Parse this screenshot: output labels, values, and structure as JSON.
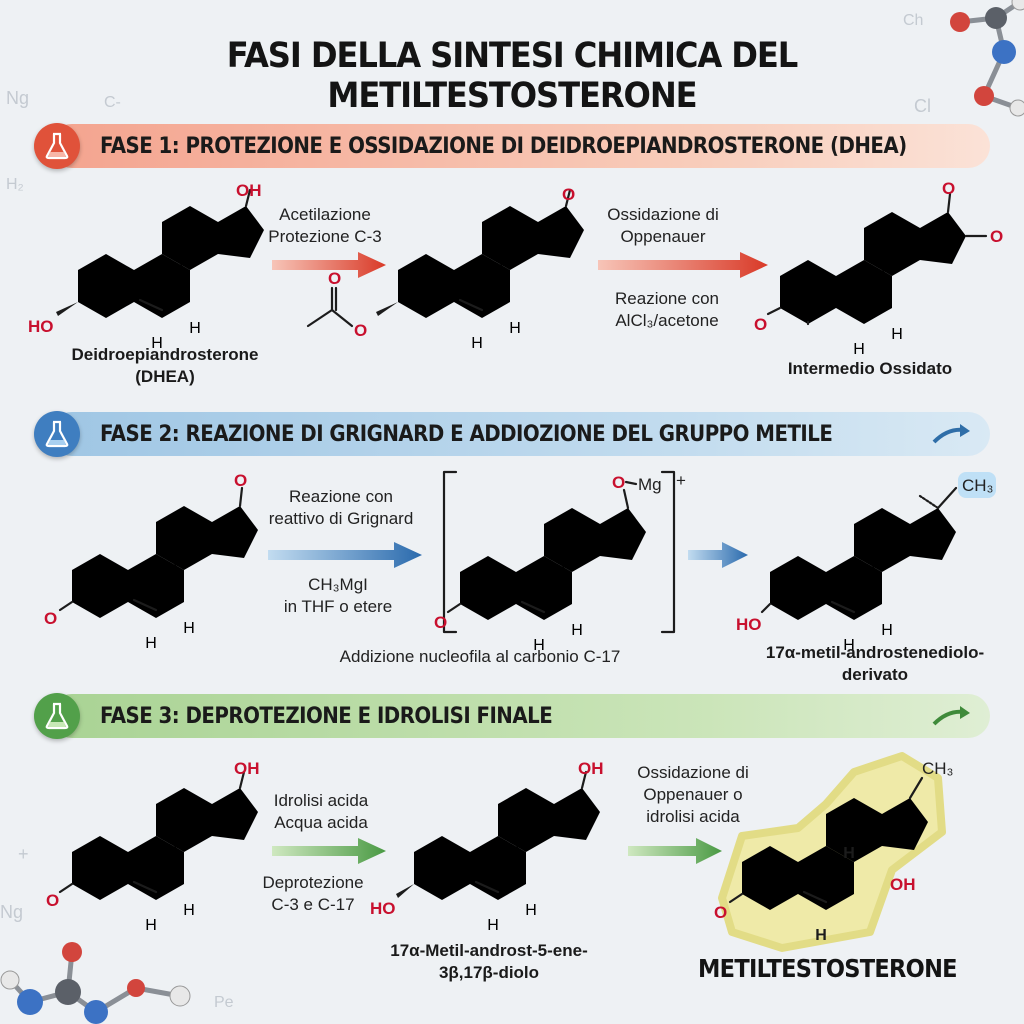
{
  "title": "FASI DELLA SINTESI CHIMICA DEL METILTESTOSTERONE",
  "background_symbols": [
    "Ng",
    "C-",
    "H₂",
    "Ch",
    "Cl",
    "Ng",
    "Pe",
    "+"
  ],
  "colors": {
    "red": "#c8102e",
    "phase1": "#f6c2b4",
    "phase2": "#bcd8ec",
    "phase3": "#cfe6bd",
    "highlight": "#efeaa8"
  },
  "phase1": {
    "title": "FASE 1: PROTEZIONE E OSSIDAZIONE DI DEIDROEPIANDROSTERONE (DHEA)",
    "icon": "flask-icon",
    "start_label_line1": "Deidroepiandrosterone",
    "start_label_line2": "(DHEA)",
    "step1_line1": "Acetilazione",
    "step1_line2": "Protezione C-3",
    "step2_top_line1": "Ossidazione di",
    "step2_top_line2": "Oppenauer",
    "step2_bottom_line1": "Reazione con",
    "step2_bottom_line2": "AlCl₃/acetone",
    "end_label": "Intermedio Ossidato"
  },
  "phase2": {
    "title": "FASE 2: REAZIONE DI GRIGNARD E ADDIOZIONE DEL GRUPPO METILE",
    "icon": "flask-icon",
    "step1_top_line1": "Reazione con",
    "step1_top_line2": "reattivo di Grignard",
    "step1_bottom_line1": "CH₃MgI",
    "step1_bottom_line2": "in THF o etere",
    "note": "Addizione nucleofila al carbonio C-17",
    "charge": "+",
    "end_label_line1": "17α-metil-androstenediolo-",
    "end_label_line2": "derivato"
  },
  "phase3": {
    "title": "FASE 3: DEPROTEZIONE E IDROLISI FINALE",
    "icon": "flask-icon",
    "step1_top_line1": "Idrolisi acida",
    "step1_top_line2": "Acqua acida",
    "step1_bottom_line1": "Deprotezione",
    "step1_bottom_line2": "C-3 e C-17",
    "mid_label_line1": "17α-Metil-androst-5-ene-",
    "mid_label_line2": "3β,17β-diolo",
    "step2_line1": "Ossidazione di",
    "step2_line2": "Oppenauer o",
    "step2_line3": "idrolisi acida",
    "final_label": "METILTESTOSTERONE"
  },
  "atoms": {
    "OH": "OH",
    "HO": "HO",
    "O": "O",
    "H": "H",
    "CH3": "CH₃",
    "OMg_O": "O",
    "OMg_Mg": "Mg"
  }
}
